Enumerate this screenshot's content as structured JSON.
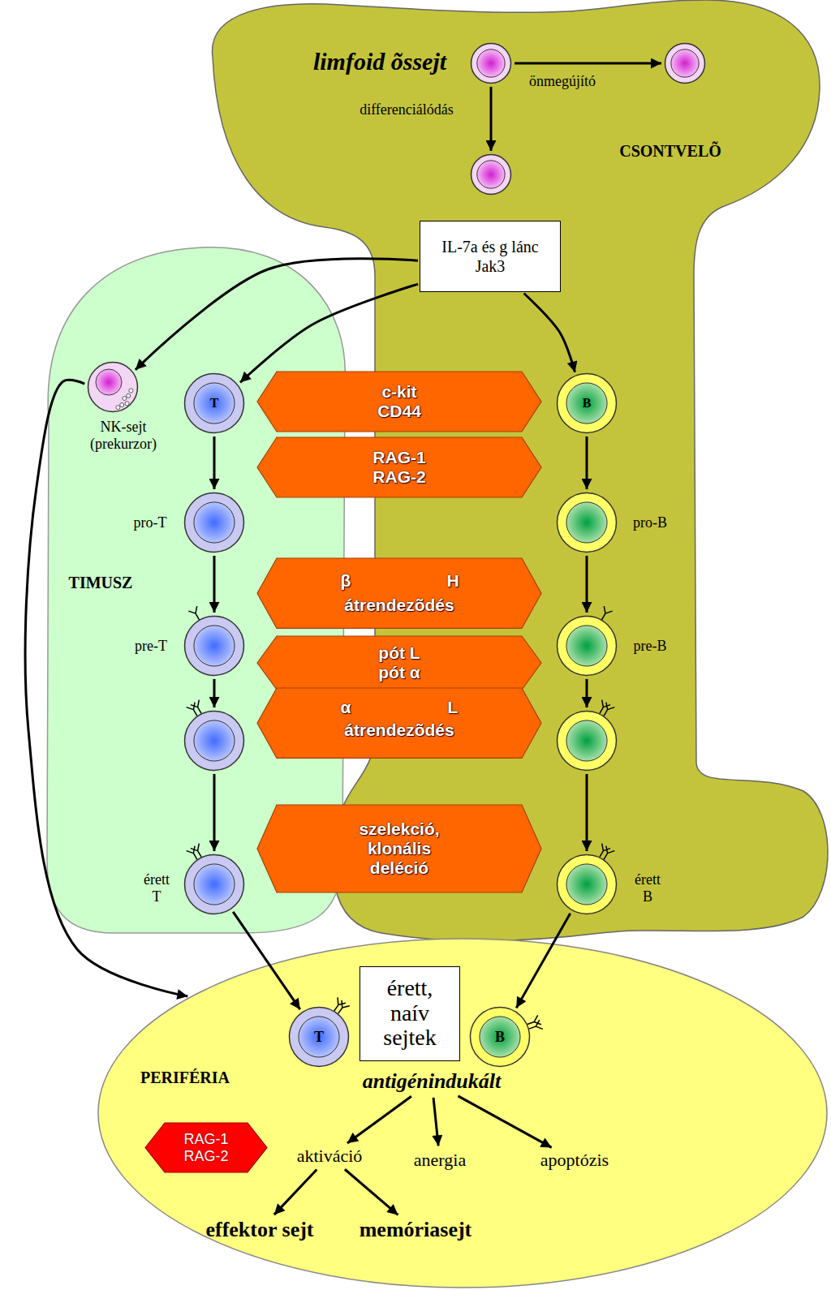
{
  "diagram": {
    "nodes": [
      {
        "text": [
          "CSONTVELÕ"
        ]
      },
      {
        "text": [
          "limfoid õssejt"
        ],
        "in": 0
      },
      {
        "text": [],
        "in": 0
      },
      {
        "text": [],
        "in": 0
      },
      {
        "text": [
          "IL-7a és g lánc Jak3"
        ],
        "in": 0
      },
      {
        "text": [
          "TIMUSZ"
        ]
      },
      {
        "text": [
          "NK-sejt (prekurzor)"
        ],
        "in": 5
      },
      {
        "text": [
          "T"
        ],
        "in": 5
      },
      {
        "text": [
          "pro-T"
        ],
        "in": 5
      },
      {
        "text": [
          "pre-T"
        ],
        "in": 5
      },
      {
        "text": [],
        "in": 5
      },
      {
        "text": [
          "érett T"
        ],
        "in": 5
      },
      {
        "text": [
          "B"
        ],
        "in": 0
      },
      {
        "text": [
          "pro-B"
        ],
        "in": 0
      },
      {
        "text": [
          "pre-B"
        ],
        "in": 0
      },
      {
        "text": [],
        "in": 0
      },
      {
        "text": [
          "érett B"
        ],
        "in": 0
      },
      {
        "text": [
          "c-kit CD44"
        ]
      },
      {
        "text": [
          "RAG-1 RAG-2"
        ]
      },
      {
        "text": [
          "β",
          "H",
          "átrendezõdés"
        ]
      },
      {
        "text": [
          "pót L pót α"
        ]
      },
      {
        "text": [
          "α",
          "L",
          "átrendezõdés"
        ]
      },
      {
        "text": [
          "szelekció, klonális deléció"
        ]
      },
      {
        "text": [
          "PERIFÉRIA"
        ]
      },
      {
        "text": [
          "T"
        ],
        "in": 23
      },
      {
        "text": [
          "érett, naív sejtek"
        ],
        "in": 23
      },
      {
        "text": [
          "B"
        ],
        "in": 23
      },
      {
        "text": [
          "RAG-1 RAG-2"
        ],
        "in": 23
      },
      {
        "text": [
          "antigénindukált"
        ],
        "in": 23
      },
      {
        "text": [
          "aktiváció"
        ],
        "in": 23
      },
      {
        "text": [
          "anergia"
        ],
        "in": 23
      },
      {
        "text": [
          "apoptózis"
        ],
        "in": 23
      },
      {
        "text": [
          "effektor sejt"
        ],
        "in": 23
      },
      {
        "text": [
          "memóriasejt"
        ],
        "in": 23
      }
    ],
    "edges": [
      {
        "from": 1,
        "to": 2,
        "label": "önmegújító",
        "arrow": "to"
      },
      {
        "from": 1,
        "to": 3,
        "label": "differenciálódás",
        "arrow": "to"
      },
      {
        "from": 4,
        "to": 6,
        "arrow": "to"
      },
      {
        "from": 4,
        "to": 7,
        "arrow": "to"
      },
      {
        "from": 4,
        "to": 12,
        "arrow": "to"
      },
      {
        "from": 7,
        "to": 8,
        "arrow": "to"
      },
      {
        "from": 8,
        "to": 9,
        "arrow": "to"
      },
      {
        "from": 9,
        "to": 10,
        "arrow": "to"
      },
      {
        "from": 10,
        "to": 11,
        "arrow": "to"
      },
      {
        "from": 12,
        "to": 13,
        "arrow": "to"
      },
      {
        "from": 13,
        "to": 14,
        "arrow": "to"
      },
      {
        "from": 14,
        "to": 15,
        "arrow": "to"
      },
      {
        "from": 15,
        "to": 16,
        "arrow": "to"
      },
      {
        "from": 6,
        "to": 23,
        "arrow": "to"
      },
      {
        "from": 11,
        "to": 24,
        "arrow": "to"
      },
      {
        "from": 16,
        "to": 26,
        "arrow": "to"
      },
      {
        "from": 28,
        "to": 29,
        "arrow": "to"
      },
      {
        "from": 28,
        "to": 30,
        "arrow": "to"
      },
      {
        "from": 28,
        "to": 31,
        "arrow": "to"
      },
      {
        "from": 29,
        "to": 32,
        "arrow": "to"
      },
      {
        "from": 29,
        "to": 33,
        "arrow": "to"
      }
    ]
  }
}
